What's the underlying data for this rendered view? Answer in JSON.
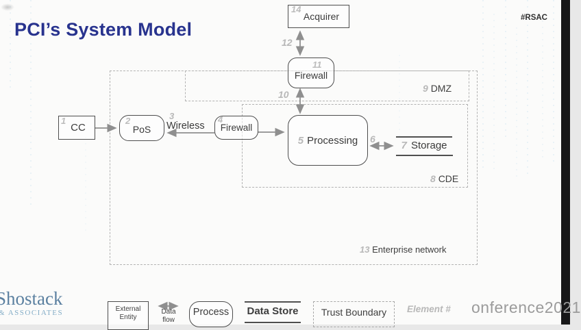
{
  "slide": {
    "title": "PCI’s System Model",
    "hashtag": "#RSAC",
    "conference_mark": "onference2021",
    "logo": {
      "line1": "Shostack",
      "line2": "& ASSOCIATES"
    }
  },
  "diagram": {
    "nodes": {
      "cc": {
        "num": "1",
        "label": "CC"
      },
      "pos": {
        "num": "2",
        "label": "PoS"
      },
      "firewall_wireless": {
        "num": "4",
        "label": "Firewall"
      },
      "processing": {
        "num": "5",
        "label": "Processing"
      },
      "storage": {
        "num": "7",
        "label": "Storage"
      },
      "firewall_dmz": {
        "num": "11",
        "label": "Firewall"
      },
      "acquirer": {
        "num": "14",
        "label": "Acquirer"
      }
    },
    "flows": {
      "wireless": {
        "num": "3",
        "label": "Wireless"
      },
      "processing_storage": {
        "num": "6"
      },
      "firewall_processing": {
        "num": "10"
      },
      "acquirer_firewall": {
        "num": "12"
      }
    },
    "boundaries": {
      "cde": {
        "num": "8",
        "label": "CDE"
      },
      "dmz": {
        "num": "9",
        "label": "DMZ"
      },
      "enterprise": {
        "num": "13",
        "label": "Enterprise network"
      }
    }
  },
  "legend": {
    "external_entity": {
      "line1": "External",
      "line2": "Entity"
    },
    "data_flow": {
      "line1": "Data",
      "line2": "flow"
    },
    "process": "Process",
    "data_store": "Data Store",
    "trust_boundary": "Trust Boundary",
    "element_number": "Element #"
  },
  "colors": {
    "title": "#28338e",
    "number_gray": "#b8b8b8",
    "shape_stroke": "#4c4c4c",
    "arrow_gray": "#8f8f8f",
    "boundary_dash": "#b2b2b2",
    "edge_strip": "#171718",
    "logo_main": "#5b80a0",
    "logo_sub": "#84adc7",
    "conference_text": "#9b9b9b"
  }
}
